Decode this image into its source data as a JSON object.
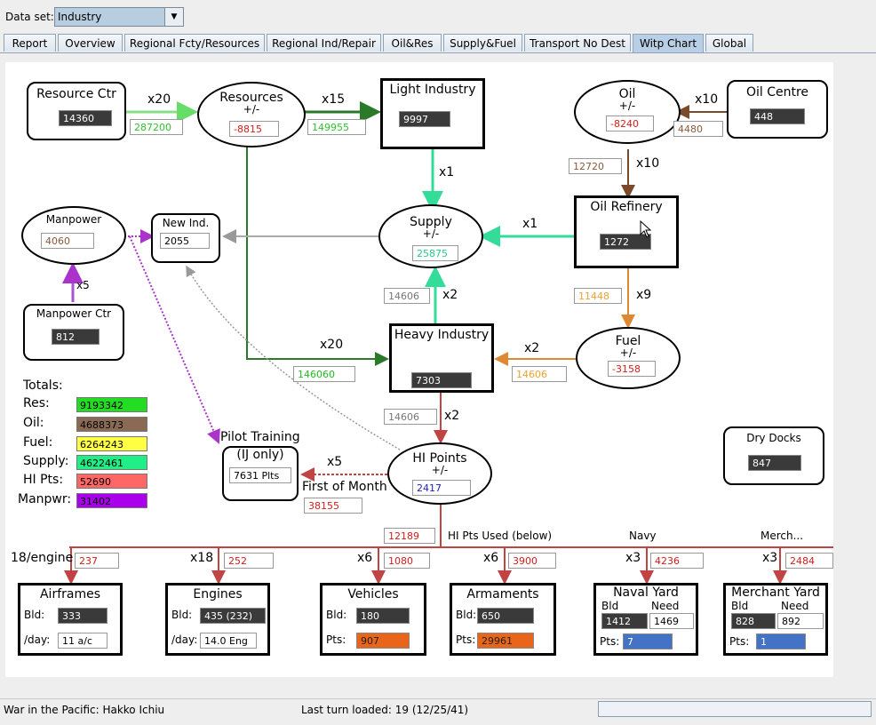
{
  "topbar": {
    "dataset_label": "Data set:",
    "dataset_value": "Industry"
  },
  "tabs": [
    "Report",
    "Overview",
    "Regional Fcty/Resources",
    "Regional Ind/Repair",
    "Oil&Res",
    "Supply&Fuel",
    "Transport No Dest",
    "Witp Chart",
    "Global"
  ],
  "active_tab": "Witp Chart",
  "nodes": {
    "resource_ctr": {
      "title": "Resource Ctr",
      "value": "14360"
    },
    "resources": {
      "title": "Resources",
      "sub": "+/-",
      "value": "-8815"
    },
    "light_industry": {
      "title": "Light Industry",
      "value": "9997"
    },
    "oil": {
      "title": "Oil",
      "sub": "+/-",
      "value": "-8240"
    },
    "oil_centre": {
      "title": "Oil Centre",
      "value": "448"
    },
    "manpower": {
      "title": "Manpower",
      "value": "4060"
    },
    "new_ind": {
      "title": "New Ind.",
      "value": "2055"
    },
    "supply": {
      "title": "Supply",
      "sub": "+/-",
      "value": "25875"
    },
    "oil_refinery": {
      "title": "Oil Refinery",
      "value": "1272"
    },
    "manpower_ctr": {
      "title": "Manpower Ctr",
      "value": "812"
    },
    "heavy_industry": {
      "title": "Heavy Industry",
      "value": "7303"
    },
    "fuel": {
      "title": "Fuel",
      "sub": "+/-",
      "value": "-3158"
    },
    "pilot_training": {
      "title": "Pilot Training",
      "sub": "(IJ only)",
      "value": "7631 Plts"
    },
    "hi_points": {
      "title": "HI Points",
      "sub": "+/-",
      "value": "2417"
    },
    "dry_docks": {
      "title": "Dry Docks",
      "value": "847"
    }
  },
  "flows": {
    "x20_top": "x20",
    "res_flow": "287200",
    "x15": "x15",
    "li_flow": "149955",
    "x10_oil": "x10",
    "oil_flow": "4480",
    "refinery_in": "12720",
    "x10_ref": "x10",
    "x1_li": "x1",
    "x1_ref": "x1",
    "x5_man": "x5",
    "supply_hi": "14606",
    "x2_supply": "x2",
    "fuel_flow": "11448",
    "x9": "x9",
    "x20_hi": "x20",
    "hi_res": "146060",
    "x2_fuel": "x2",
    "hi_fuel": "14606",
    "hi_pts_in": "14606",
    "x2_hi": "x2",
    "x5_pilot": "x5",
    "first_of_month": "First of Month",
    "pilot_val": "38155",
    "hi_used_val": "12189",
    "hi_used_label": "HI Pts Used (below)",
    "navy_label": "Navy",
    "merch_label": "Merch..."
  },
  "totals": {
    "title": "Totals:",
    "rows": [
      {
        "label": "Res:",
        "value": "9193342",
        "color": "#22dd22"
      },
      {
        "label": "Oil:",
        "value": "4688373",
        "color": "#8b6a55"
      },
      {
        "label": "Fuel:",
        "value": "6264243",
        "color": "#ffff44"
      },
      {
        "label": "Supply:",
        "value": "4622461",
        "color": "#22ee88"
      },
      {
        "label": "HI Pts:",
        "value": "52690",
        "color": "#ff6666"
      },
      {
        "label": "Manpwr:",
        "value": "31402",
        "color": "#aa00ee"
      }
    ]
  },
  "bottom": {
    "airframes": {
      "mult": "18/engine",
      "flow": "237",
      "title": "Airframes",
      "bld_label": "Bld:",
      "bld": "333",
      "day_label": "/day:",
      "day": "11 a/c"
    },
    "engines": {
      "mult": "x18",
      "flow": "252",
      "title": "Engines",
      "bld_label": "Bld:",
      "bld": "435 (232)",
      "day_label": "/day:",
      "day": "14.0 Eng"
    },
    "vehicles": {
      "mult": "x6",
      "flow": "1080",
      "title": "Vehicles",
      "bld_label": "Bld:",
      "bld": "180",
      "pts_label": "Pts:",
      "pts": "907"
    },
    "armaments": {
      "mult": "x6",
      "flow": "3900",
      "title": "Armaments",
      "bld_label": "Bld:",
      "bld": "650",
      "pts_label": "Pts:",
      "pts": "29961"
    },
    "naval_yard": {
      "mult": "x3",
      "flow": "4236",
      "title": "Naval Yard",
      "bld_label": "Bld",
      "need_label": "Need",
      "bld": "1412",
      "need": "1469",
      "pts_label": "Pts:",
      "pts": "7"
    },
    "merchant_yard": {
      "mult": "x3",
      "flow": "2484",
      "title": "Merchant Yard",
      "bld_label": "Bld",
      "need_label": "Need",
      "bld": "828",
      "need": "892",
      "pts_label": "Pts:",
      "pts": "1"
    }
  },
  "status": {
    "left": "War in the Pacific: Hakko Ichiu",
    "mid": "Last turn loaded: 19 (12/25/41)"
  }
}
